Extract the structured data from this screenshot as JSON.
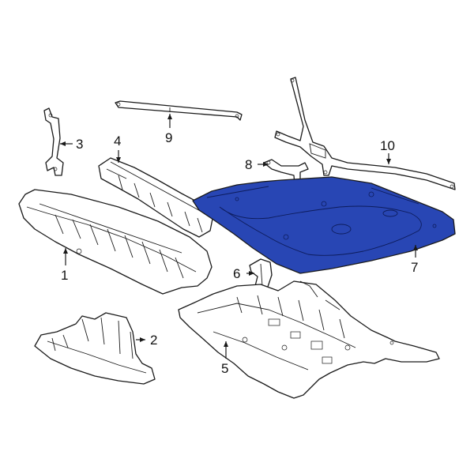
{
  "diagram": {
    "highlight_color": "#2846b4",
    "line_color": "#1a1a1a",
    "background": "#ffffff",
    "callouts": {
      "c1": "1",
      "c2": "2",
      "c3": "3",
      "c4": "4",
      "c5": "5",
      "c6": "6",
      "c7": "7",
      "c8": "8",
      "c9": "9",
      "c10": "10"
    },
    "highlighted_part_callout": "7"
  }
}
